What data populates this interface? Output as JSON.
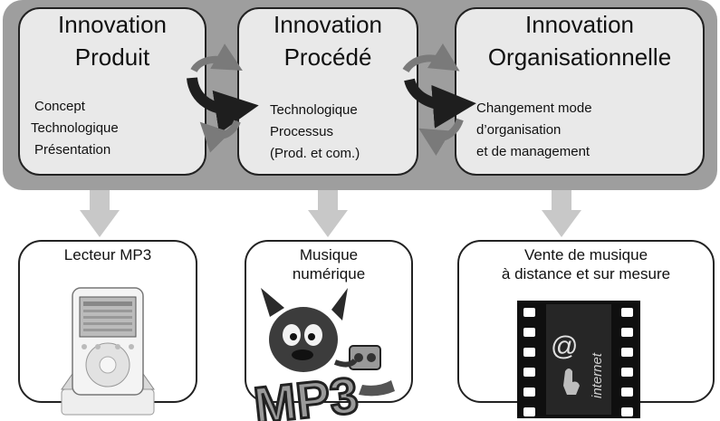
{
  "colors": {
    "band": "#9e9e9e",
    "box_fill": "#e9e9e9",
    "arrow_down": "#c8c8c8",
    "cycle_dark": "#1e1e1e",
    "cycle_light": "#7a7a7a"
  },
  "innovations": [
    {
      "title_line1": "Innovation",
      "title_line2": "Produit",
      "lines": [
        "Concept",
        "Technologique",
        "Présentation"
      ]
    },
    {
      "title_line1": "Innovation",
      "title_line2": "Procédé",
      "lines": [
        "Technologique",
        "Processus",
        "(Prod. et com.)"
      ]
    },
    {
      "title_line1": "Innovation",
      "title_line2": "Organisationnelle",
      "lines": [
        "Changement mode",
        "d’organisation",
        "et de management"
      ]
    }
  ],
  "examples": [
    {
      "title_lines": [
        "Lecteur MP3"
      ],
      "image_icon": "ipod-dock-icon"
    },
    {
      "title_lines": [
        "Musique",
        "numérique"
      ],
      "image_icon": "mp3-mascot-icon"
    },
    {
      "title_lines": [
        "Vente de musique",
        "à distance et sur mesure"
      ],
      "image_icon": "internet-film-strip-icon"
    }
  ],
  "mascot_text": "MP3",
  "film_text": {
    "at": "@",
    "word": "internet"
  }
}
